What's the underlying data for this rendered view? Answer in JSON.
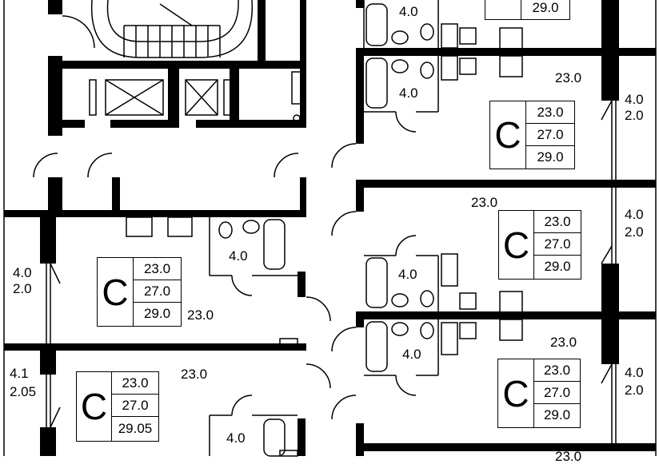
{
  "unit_letter": "C",
  "cards": [
    {
      "id": "top",
      "areas": [
        "29.0"
      ]
    },
    {
      "id": "r1",
      "areas": [
        "23.0",
        "27.0",
        "29.0"
      ]
    },
    {
      "id": "r2",
      "areas": [
        "23.0",
        "27.0",
        "29.0"
      ]
    },
    {
      "id": "l1",
      "areas": [
        "23.0",
        "27.0",
        "29.0"
      ]
    },
    {
      "id": "r3",
      "areas": [
        "23.0",
        "27.0",
        "29.0"
      ]
    },
    {
      "id": "l2",
      "areas": [
        "23.0",
        "27.0",
        "29.05"
      ]
    }
  ],
  "labels": {
    "bath_top": "4.0",
    "bath_r1": "4.0",
    "room_r1": "23.0",
    "balc_r1_a": "4.0",
    "balc_r1_b": "2.0",
    "room_r2": "23.0",
    "balc_r2_a": "4.0",
    "balc_r2_b": "2.0",
    "bath_r2": "4.0",
    "bath_l1": "4.0",
    "balc_l1_a": "4.0",
    "balc_l1_b": "2.0",
    "room_l1": "23.0",
    "bath_r3": "4.0",
    "room_r3": "23.0",
    "balc_r3_a": "4.0",
    "balc_r3_b": "2.0",
    "room_l2": "23.0",
    "balc_l2_a": "4.1",
    "balc_l2_b": "2.05",
    "bath_l2": "4.0",
    "bottom_partial": "23.0"
  }
}
